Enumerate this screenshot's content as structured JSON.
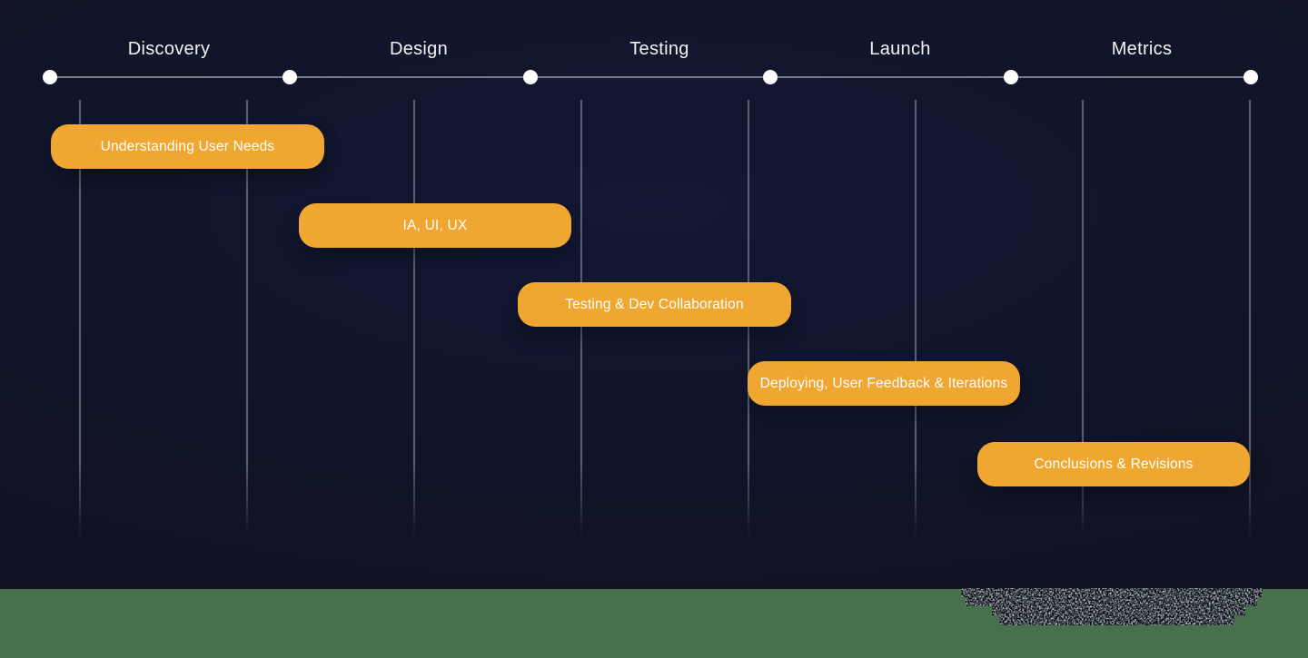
{
  "diagram": {
    "type": "product-design-process-timeline",
    "phases": [
      {
        "label": "Discovery"
      },
      {
        "label": "Design"
      },
      {
        "label": "Testing"
      },
      {
        "label": "Launch"
      },
      {
        "label": "Metrics"
      }
    ],
    "tasks": [
      {
        "label": "Understanding User Needs",
        "phase": "Discovery"
      },
      {
        "label": "IA, UI, UX",
        "phase": "Design"
      },
      {
        "label": "Testing & Dev Collaboration",
        "phase": "Testing"
      },
      {
        "label": "Deploying, User Feedback & Iterations",
        "phase": "Launch"
      },
      {
        "label": "Conclusions & Revisions",
        "phase": "Metrics"
      }
    ],
    "milestone_count": 6,
    "gridline_count": 8
  },
  "icons": {
    "milestone_dot": "filled-white-circle"
  },
  "colors": {
    "background": "#101426",
    "task_bar": "#F0A732",
    "task_text": "#FFFFFF",
    "phase_text": "#F1F2F4",
    "timeline_line": "#777D88",
    "milestone_dot": "#FFFFFF",
    "gridline": "#6A7078",
    "footer_band": "#47704D"
  }
}
